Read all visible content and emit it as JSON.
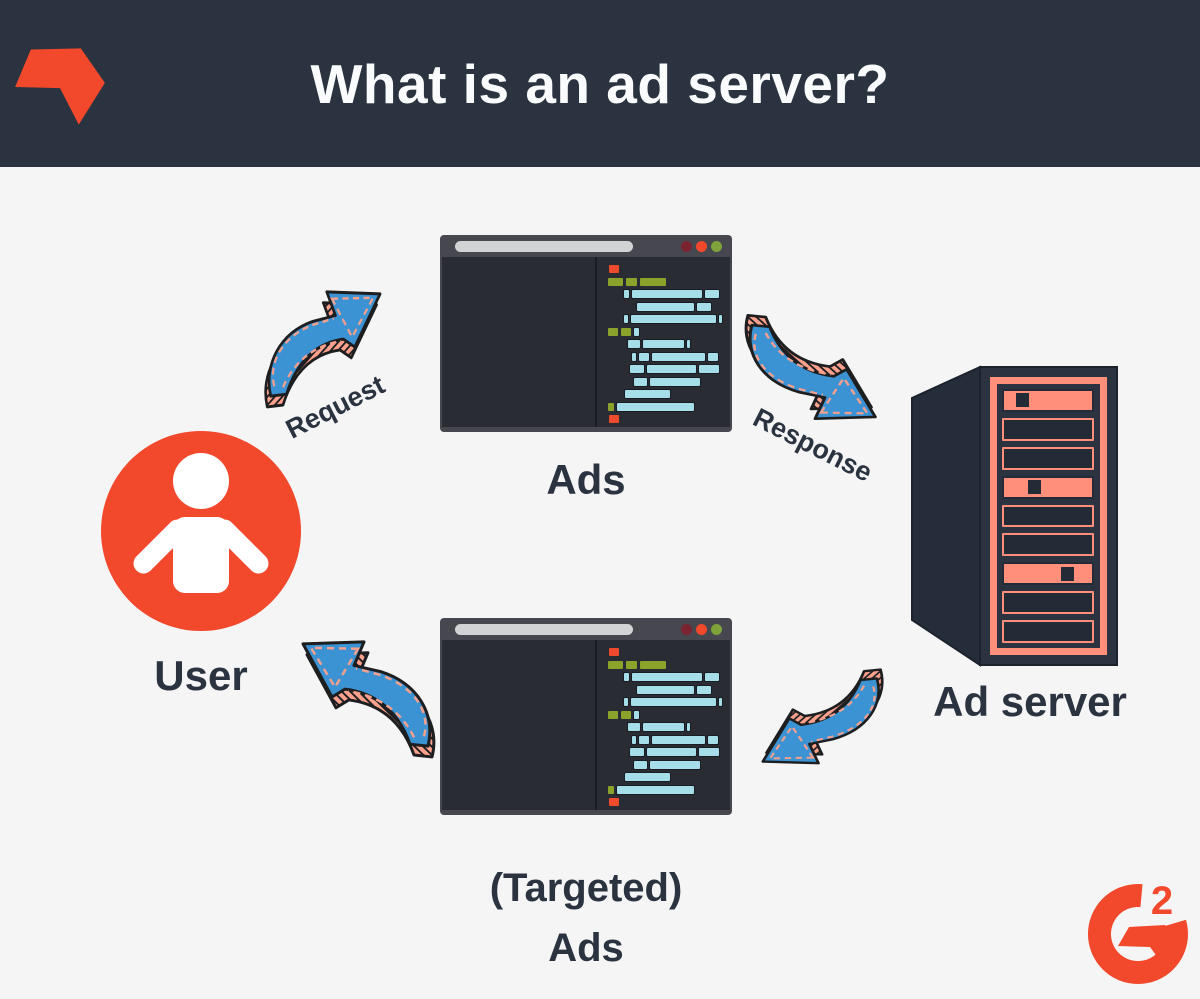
{
  "header": {
    "title": "What is an ad server?"
  },
  "nodes": {
    "user": {
      "label": "User"
    },
    "ads": {
      "label": "Ads"
    },
    "targeted_ads": {
      "label_line1": "(Targeted)",
      "label_line2": "Ads"
    },
    "ad_server": {
      "label": "Ad server"
    }
  },
  "arrows": {
    "request": {
      "label": "Request"
    },
    "response": {
      "label": "Response"
    }
  },
  "footer": {
    "logo_superscript": "2"
  },
  "colors": {
    "header_bg": "#2a333f",
    "canvas_bg": "#f5f5f6",
    "navy_text": "#2a333f",
    "accent_red": "#f2482c",
    "salmon": "#ff8e7b",
    "arrow_blue": "#3b93d4",
    "arrow_outline": "#1d1e20",
    "arrow_dash": "#f4a08e",
    "browser_frame": "#46474f",
    "browser_content": "#292c33",
    "address_bar": "#d2d3d5",
    "dot_dark_red": "#7c2330",
    "dot_red": "#f2482c",
    "dot_green": "#7ea33a",
    "code_cyan": "#a5dde9",
    "code_green": "#8ba32b",
    "code_red": "#ee4b2e"
  },
  "browser": {
    "code_lines": [
      {
        "indent": 1,
        "segments": [
          [
            "red",
            10
          ]
        ]
      },
      {
        "indent": 0,
        "segments": [
          [
            "green",
            15
          ],
          [
            "green",
            11
          ],
          [
            "green",
            26
          ]
        ]
      },
      {
        "indent": 16,
        "segments": [
          [
            "cyan",
            5
          ],
          [
            "cyan",
            70
          ],
          [
            "cyan",
            14
          ]
        ]
      },
      {
        "indent": 29,
        "segments": [
          [
            "cyan",
            57
          ],
          [
            "cyan",
            14
          ]
        ]
      },
      {
        "indent": 16,
        "segments": [
          [
            "cyan",
            4
          ],
          [
            "cyan",
            85
          ],
          [
            "cyan",
            3
          ]
        ]
      },
      {
        "indent": 0,
        "segments": [
          [
            "green",
            10
          ],
          [
            "green",
            10
          ],
          [
            "cyan",
            5
          ]
        ]
      },
      {
        "indent": 20,
        "segments": [
          [
            "cyan",
            12
          ],
          [
            "cyan",
            41
          ],
          [
            "cyan",
            3
          ]
        ]
      },
      {
        "indent": 24,
        "segments": [
          [
            "cyan",
            4
          ],
          [
            "cyan",
            10
          ],
          [
            "cyan",
            53
          ],
          [
            "cyan",
            10
          ]
        ]
      },
      {
        "indent": 22,
        "segments": [
          [
            "cyan",
            14
          ],
          [
            "cyan",
            49
          ],
          [
            "cyan",
            20
          ]
        ]
      },
      {
        "indent": 26,
        "segments": [
          [
            "cyan",
            13
          ],
          [
            "cyan",
            50
          ]
        ]
      },
      {
        "indent": 17,
        "segments": [
          [
            "cyan",
            45
          ]
        ]
      },
      {
        "indent": 0,
        "segments": [
          [
            "green",
            6
          ],
          [
            "cyan",
            77
          ]
        ]
      },
      {
        "indent": 1,
        "segments": [
          [
            "red",
            10
          ]
        ]
      }
    ]
  },
  "server": {
    "bays": [
      {
        "type": "drive",
        "led": 0.14
      },
      {
        "type": "slot"
      },
      {
        "type": "slot"
      },
      {
        "type": "drive",
        "led": 0.27
      },
      {
        "type": "slot"
      },
      {
        "type": "slot"
      },
      {
        "type": "drive",
        "led": 0.65
      },
      {
        "type": "slot"
      },
      {
        "type": "slot"
      }
    ]
  }
}
